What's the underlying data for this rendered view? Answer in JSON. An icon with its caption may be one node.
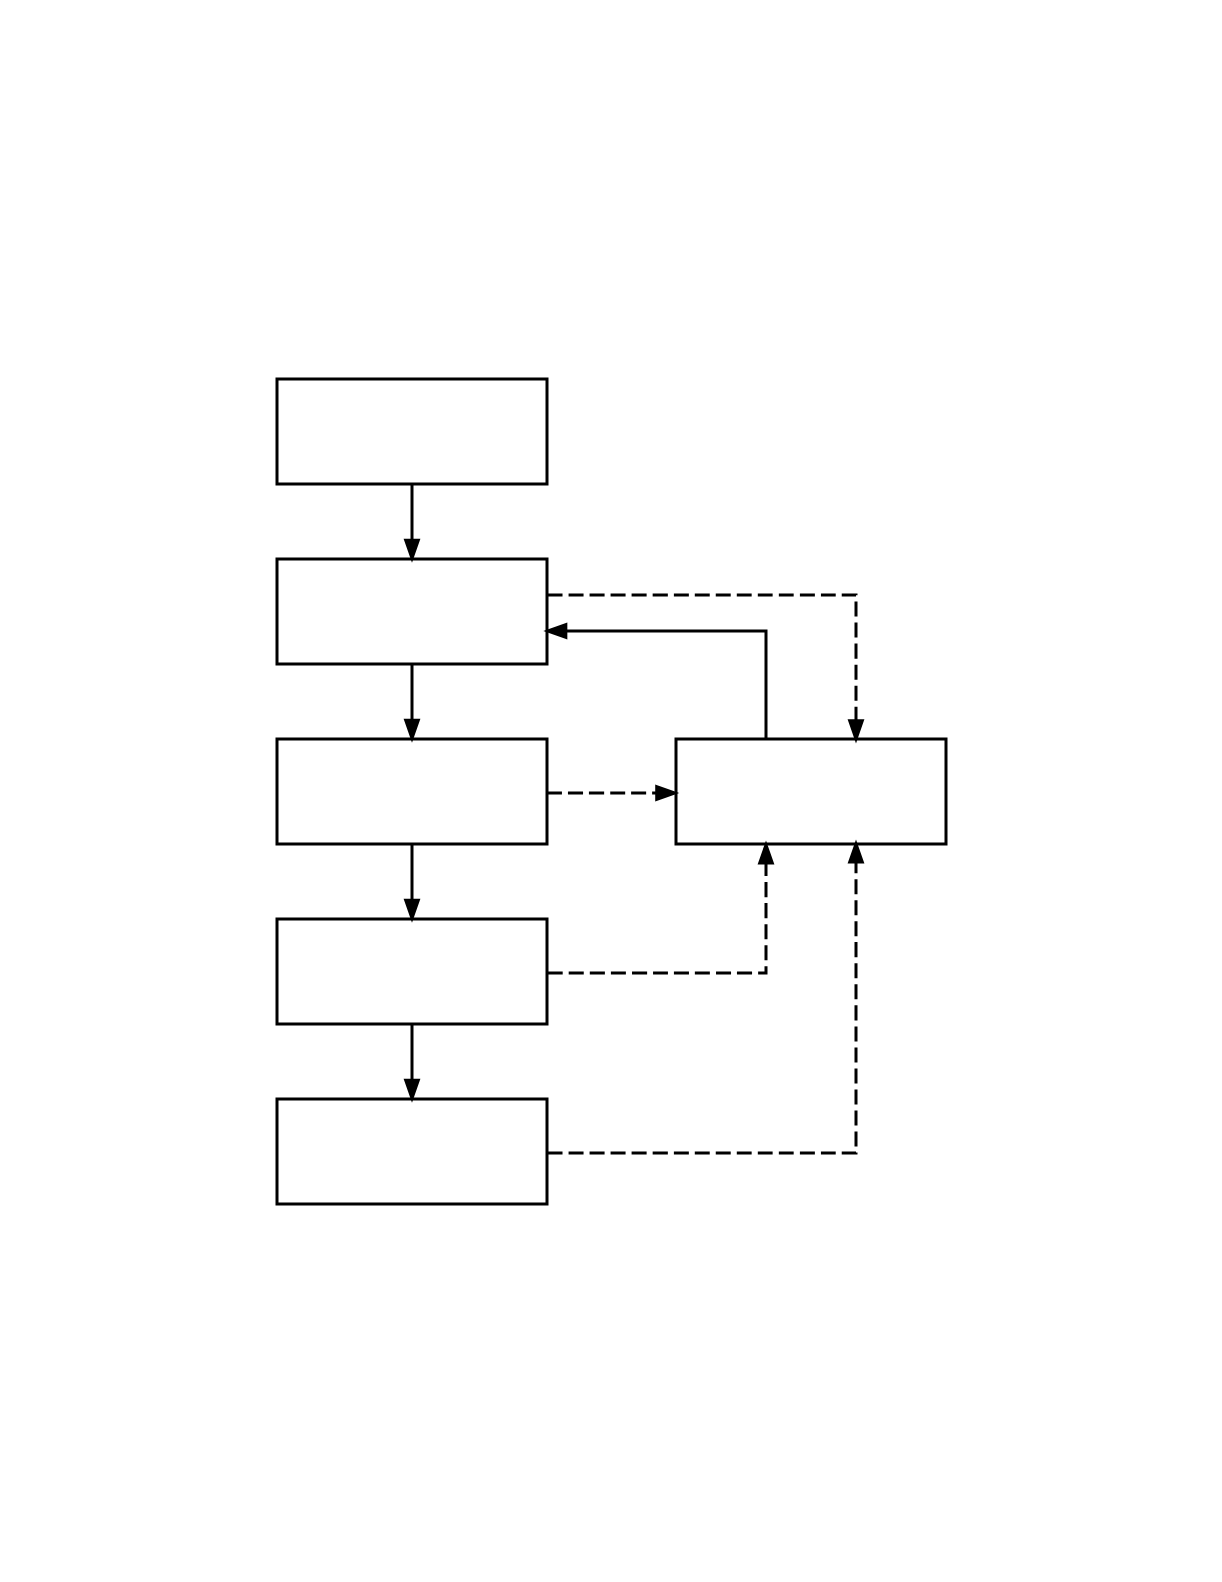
{
  "diagram": {
    "nodes": [
      {
        "text": [],
        "shape": "box"
      },
      {
        "text": [],
        "shape": "box"
      },
      {
        "text": [],
        "shape": "box"
      },
      {
        "text": [],
        "shape": "box"
      },
      {
        "text": [],
        "shape": "box"
      },
      {
        "text": [],
        "shape": "box"
      }
    ],
    "edges": [
      {
        "from": 0,
        "to": 1,
        "arrow": "to"
      },
      {
        "from": 1,
        "to": 3,
        "arrow": "to",
        "style": "dashed"
      },
      {
        "from": 3,
        "to": 1,
        "arrow": "to"
      },
      {
        "from": 1,
        "to": 2,
        "arrow": "to"
      },
      {
        "from": 2,
        "to": 3,
        "arrow": "to",
        "style": "dashed"
      },
      {
        "from": 2,
        "to": 4,
        "arrow": "to"
      },
      {
        "from": 4,
        "to": 3,
        "arrow": "to",
        "style": "dashed"
      },
      {
        "from": 4,
        "to": 5,
        "arrow": "to"
      },
      {
        "from": 5,
        "to": 3,
        "arrow": "to",
        "style": "dashed"
      }
    ]
  }
}
